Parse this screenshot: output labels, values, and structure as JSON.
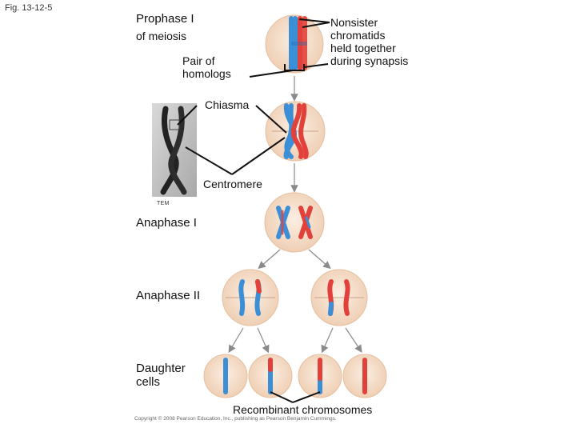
{
  "figure_id": "Fig. 13-12-5",
  "labels": {
    "prophase_title": "Prophase I",
    "prophase_sub": "of meiosis",
    "pair_of_homologs": [
      "Pair of",
      "homologs"
    ],
    "nonsister_chromatids": [
      "Nonsister",
      "chromatids",
      "held together",
      "during synapsis"
    ],
    "chiasma": "Chiasma",
    "centromere": "Centromere",
    "tem": "TEM",
    "anaphase_i": "Anaphase I",
    "anaphase_ii": "Anaphase II",
    "daughter_cells": [
      "Daughter",
      "cells"
    ],
    "recombinant": "Recombinant chromosomes"
  },
  "copyright": "Copyright © 2008 Pearson Education, Inc., publishing as Pearson Benjamin Cummings.",
  "colors": {
    "cell_fill": "#f3d9c4",
    "cell_edge": "#e6bfa0",
    "paternal_blue": "#3b8fd6",
    "maternal_red": "#e2413b",
    "arrow": "#8a8a8a"
  }
}
